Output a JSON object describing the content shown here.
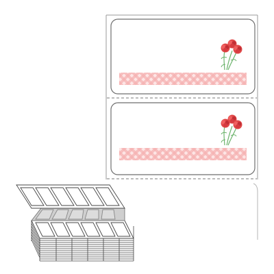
{
  "product": {
    "kind": "fanfold-continuous-labels",
    "labels_shown": 2,
    "label_design": {
      "band_pattern": "gingham-check",
      "motif": "carnation-bouquet",
      "band_color": "#f3a6a6",
      "band_color_light": "#fbd7d7",
      "flower_color": "#e04848",
      "flower_color_dark": "#c22f35",
      "stem_color": "#6bb36b"
    },
    "perforation": "dashed",
    "stack_icon": "fanfold-stack-icon"
  }
}
